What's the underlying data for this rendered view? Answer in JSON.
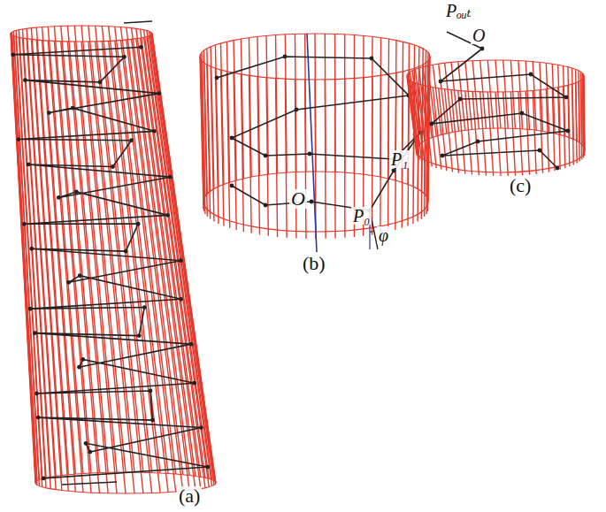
{
  "diagram": {
    "labels": [
      "(a)",
      "O",
      "P₁",
      "P₀",
      "φ",
      "(b)",
      "Pₒᵤₜ",
      "O",
      "(c)"
    ]
  }
}
